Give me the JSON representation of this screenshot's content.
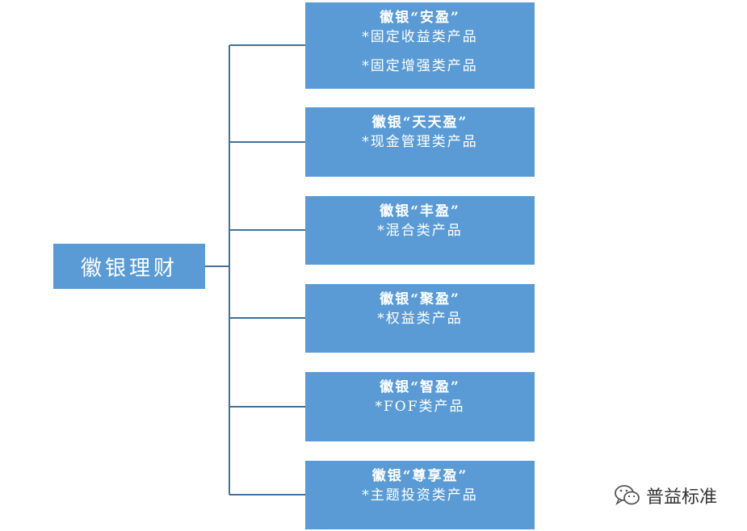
{
  "root": {
    "label": "徽银理财"
  },
  "branches": [
    {
      "title": "徽银“安盈”",
      "lines": [
        "*固定收益类产品",
        "*固定增强类产品"
      ]
    },
    {
      "title": "徽银“天天盈”",
      "lines": [
        "*现金管理类产品"
      ]
    },
    {
      "title": "徽银“丰盈”",
      "lines": [
        "*混合类产品"
      ]
    },
    {
      "title": "徽银“聚盈”",
      "lines": [
        "*权益类产品"
      ]
    },
    {
      "title": "徽银“智盈”",
      "lines": [
        "*FOF类产品"
      ]
    },
    {
      "title": "徽银“尊享盈”",
      "lines": [
        "*主题投资类产品"
      ]
    }
  ],
  "watermark": {
    "text": "普益标准",
    "icon": "wechat-icon"
  },
  "colors": {
    "box": "#5b9bd5",
    "connector": "#41719c",
    "text": "#ffffff"
  }
}
